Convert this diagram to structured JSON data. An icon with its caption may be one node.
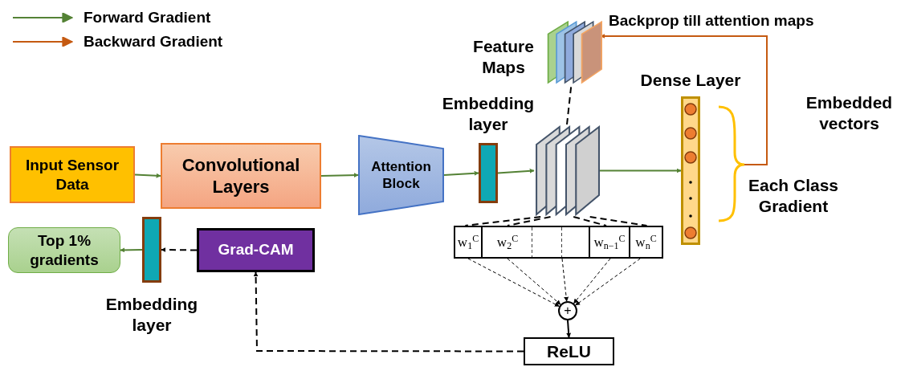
{
  "diagram": {
    "nodes": [
      {
        "text": [
          "Input Sensor Data"
        ]
      },
      {
        "text": [
          "Convolutional Layers"
        ]
      },
      {
        "text": [
          "Attention Block"
        ]
      },
      {
        "text": [
          "Embedding layer"
        ]
      },
      {
        "text": [],
        "shape": "box"
      },
      {
        "text": [
          "Feature Maps"
        ]
      },
      {
        "text": [
          "Dense Layer"
        ]
      },
      {
        "text": [
          "w$_{1}$$^{C}$"
        ]
      },
      {
        "text": [
          "w$_{2}$$^{C}$"
        ]
      },
      {
        "text": [],
        "shape": "box"
      },
      {
        "text": [],
        "shape": "box"
      },
      {
        "text": [
          "w$_{n−1}$$^{C}$"
        ]
      },
      {
        "text": [
          "w$_{n}$$^{C}$"
        ]
      },
      {
        "text": [
          "+"
        ]
      },
      {
        "text": [
          "ReLU"
        ]
      },
      {
        "text": [
          "Grad-CAM"
        ]
      },
      {
        "text": [
          "Embedding layer"
        ]
      },
      {
        "text": [
          "Top 1% gradients"
        ]
      },
      {
        "text": [
          "Each Class Gradient"
        ]
      }
    ],
    "edges": [
      {
        "from": 0,
        "to": 1,
        "arrow": "to",
        "color": "#548235"
      },
      {
        "from": 1,
        "to": 2,
        "arrow": "to",
        "color": "#548235"
      },
      {
        "from": 2,
        "to": 3,
        "arrow": "to",
        "color": "#548235"
      },
      {
        "from": 3,
        "to": 4,
        "arrow": "to",
        "color": "#548235"
      },
      {
        "from": 4,
        "to": 6,
        "arrow": "to",
        "color": "#548235"
      },
      {
        "from": 4,
        "to": 5,
        "arrow": "none",
        "style": "dashed"
      },
      {
        "from": 4,
        "to": 7,
        "arrow": "none",
        "style": "dashed"
      },
      {
        "from": 4,
        "to": 8,
        "arrow": "none",
        "style": "dashed"
      },
      {
        "from": 4,
        "to": 11,
        "arrow": "none",
        "style": "dashed"
      },
      {
        "from": 4,
        "to": 12,
        "arrow": "none",
        "style": "dashed"
      },
      {
        "from": 7,
        "to": 13,
        "arrow": "to",
        "style": "dashed"
      },
      {
        "from": 8,
        "to": 13,
        "arrow": "to",
        "style": "dashed"
      },
      {
        "from": 10,
        "to": 13,
        "arrow": "to",
        "style": "dashed"
      },
      {
        "from": 11,
        "to": 13,
        "arrow": "to",
        "style": "dashed"
      },
      {
        "from": 12,
        "to": 13,
        "arrow": "to",
        "style": "dashed"
      },
      {
        "from": 13,
        "to": 14,
        "arrow": "to"
      },
      {
        "from": 14,
        "to": 15,
        "arrow": "to",
        "style": "dashed"
      },
      {
        "from": 15,
        "to": 16,
        "arrow": "to",
        "style": "dashed"
      },
      {
        "from": 16,
        "to": 17,
        "arrow": "to",
        "color": "#548235"
      },
      {
        "from": 18,
        "to": 5,
        "arrow": "to",
        "color": "#c55a11",
        "label": "Backprop till attention maps"
      }
    ],
    "labels": [
      "Embedded vectors"
    ],
    "legend": [
      {
        "text": "Forward Gradient"
      },
      {
        "text": "Backward Gradient"
      }
    ]
  }
}
